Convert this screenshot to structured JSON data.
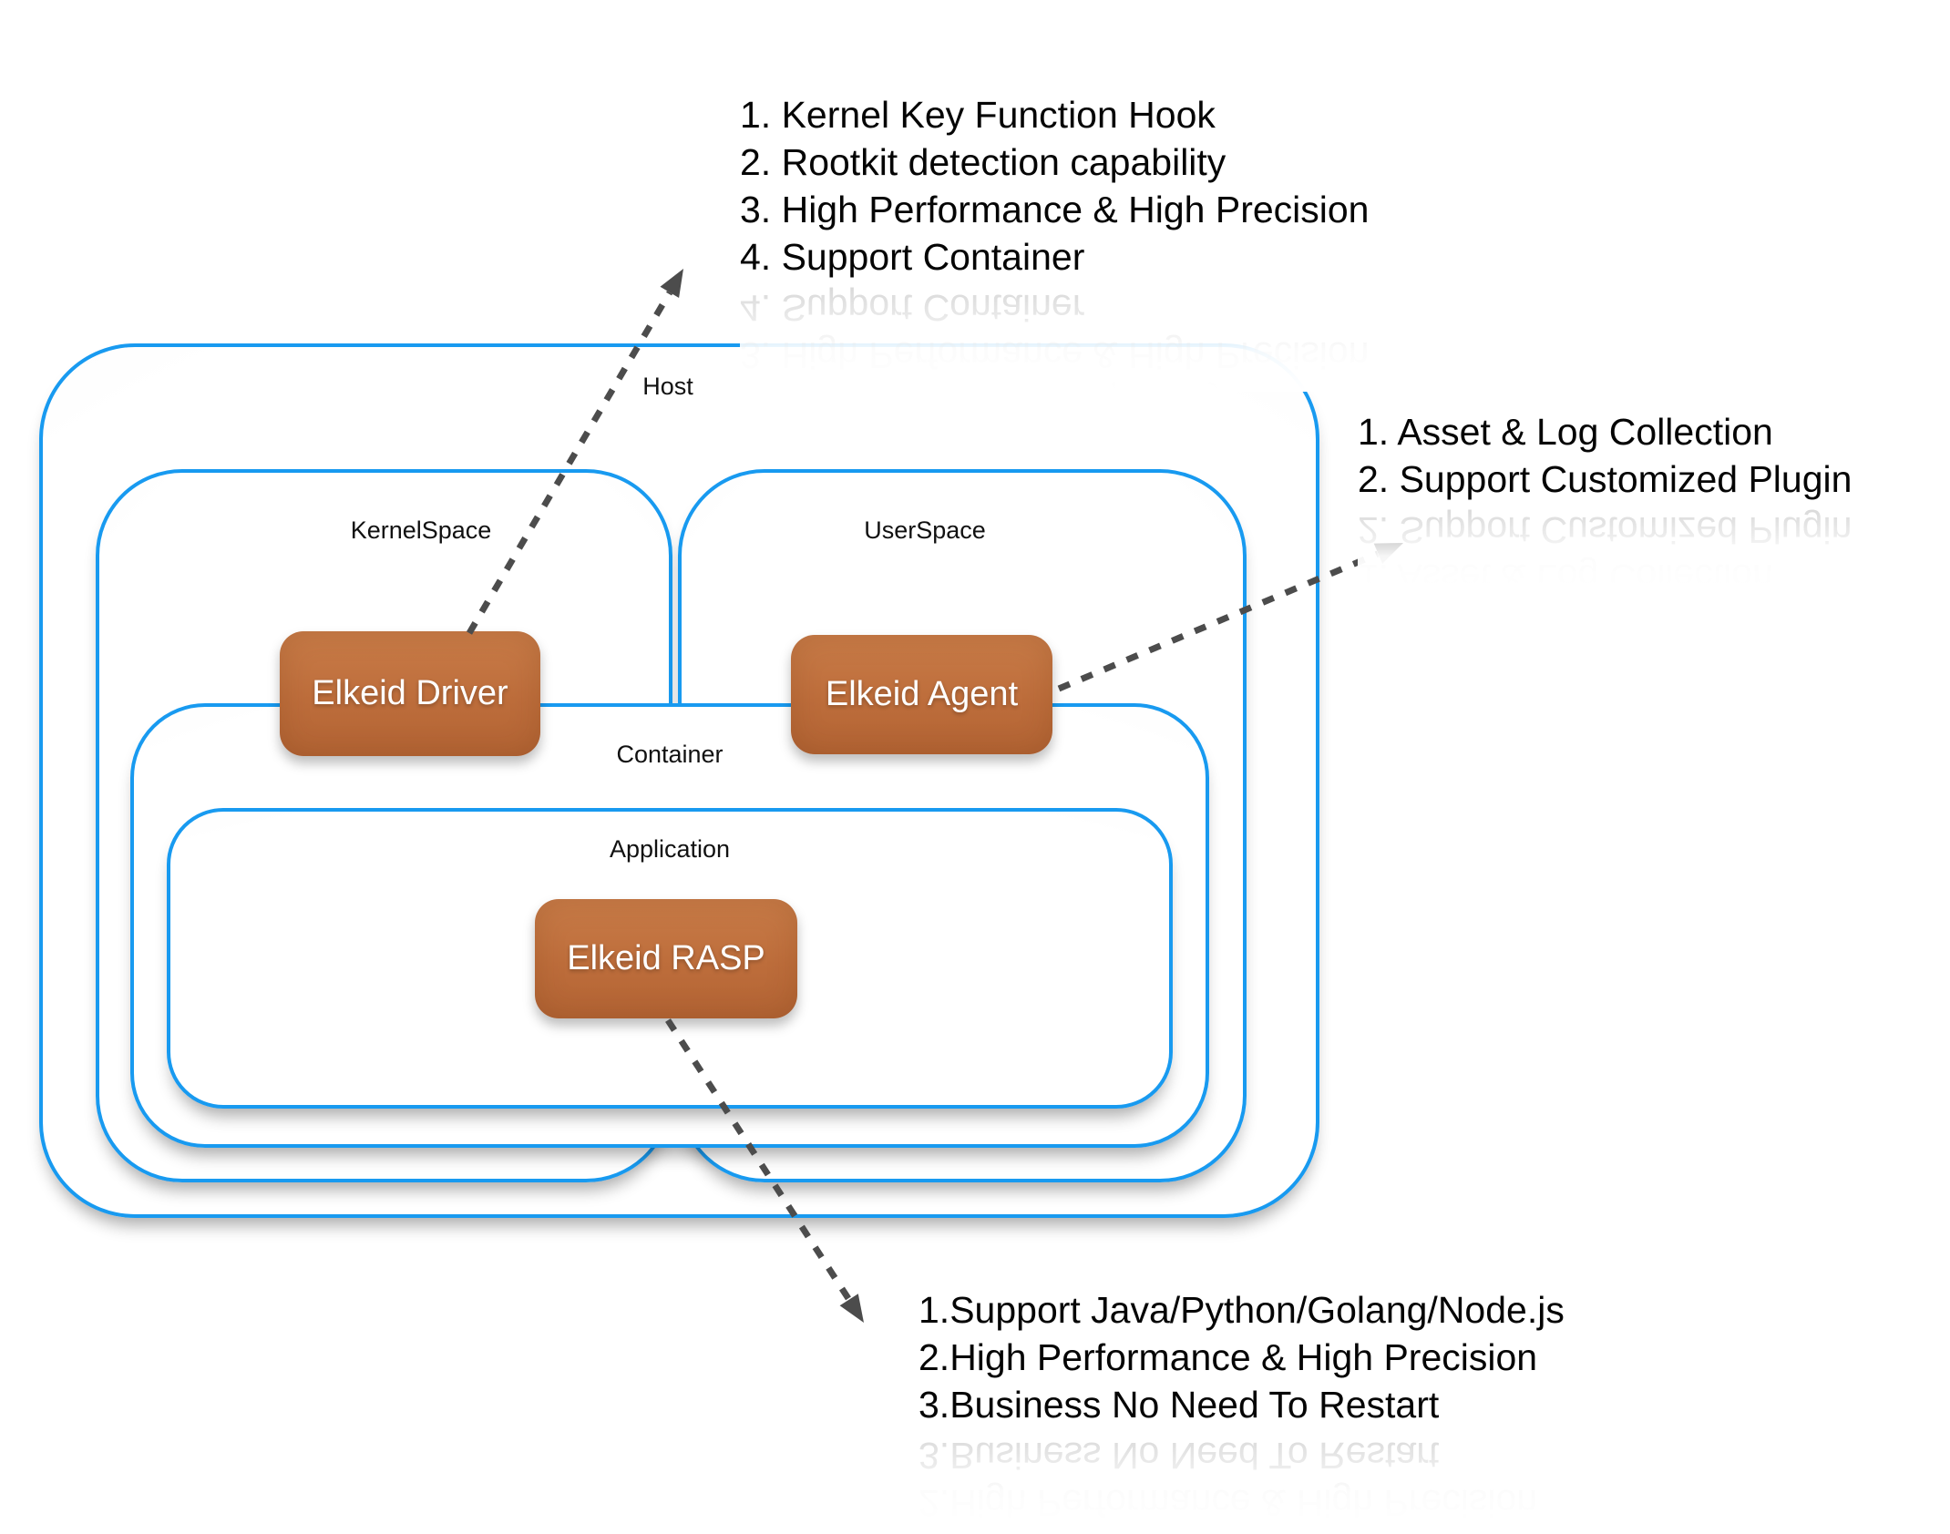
{
  "diagram": {
    "zones": {
      "host": "Host",
      "kernelspace": "KernelSpace",
      "userspace": "UserSpace",
      "container": "Container",
      "application": "Application"
    },
    "components": {
      "driver": "Elkeid Driver",
      "agent": "Elkeid Agent",
      "rasp": "Elkeid RASP"
    },
    "annotations": {
      "driver_notes": [
        "1. Kernel Key Function Hook",
        "2. Rootkit detection capability",
        "3. High Performance & High Precision",
        "4. Support Container"
      ],
      "agent_notes": [
        "1. Asset & Log Collection",
        "2. Support Customized Plugin"
      ],
      "rasp_notes": [
        "1.Support Java/Python/Golang/Node.js",
        "2.High Performance & High Precision",
        "3.Business No Need To Restart"
      ]
    },
    "colors": {
      "outline_blue": "#189af0",
      "component_orange": "#bf6e3c",
      "arrow_gray": "#4c4c4c"
    }
  }
}
